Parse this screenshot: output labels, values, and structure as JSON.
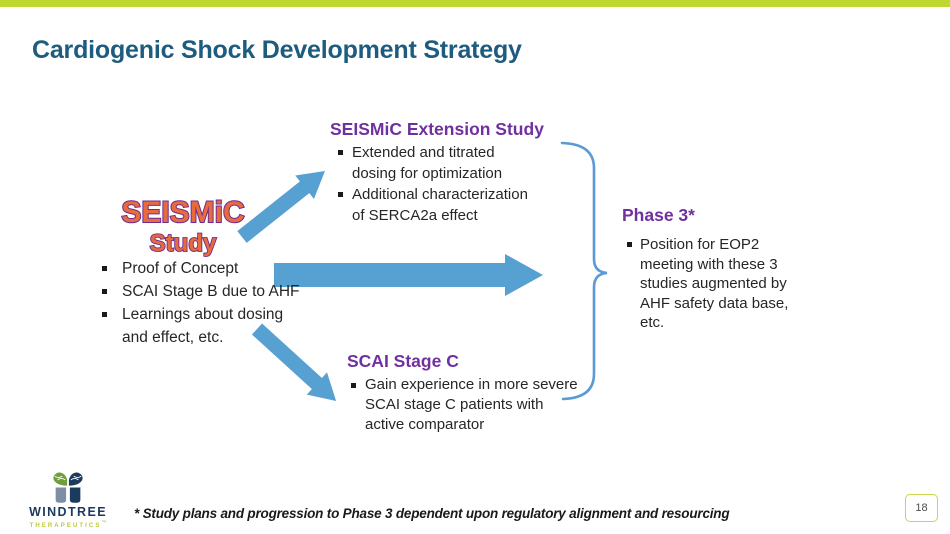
{
  "slide": {
    "title": "Cardiogenic Shock Development Strategy",
    "footnote": "* Study plans and progression to Phase 3 dependent upon regulatory alignment and resourcing",
    "page_number": "18"
  },
  "seismic_study": {
    "wordart_line1": "SEISMiC",
    "wordart_line2": "Study",
    "bullets": [
      [
        "Proof of Concept"
      ],
      [
        "SCAI Stage B due to AHF"
      ],
      [
        "Learnings about dosing",
        "and effect, etc."
      ]
    ]
  },
  "extension_study": {
    "title": "SEISMiC Extension Study",
    "bullets": [
      [
        "Extended and titrated",
        "dosing for optimization"
      ],
      [
        "Additional characterization",
        "of SERCA2a effect"
      ]
    ]
  },
  "stage_c": {
    "title": "SCAI Stage C",
    "bullets": [
      [
        "Gain experience in more severe",
        "SCAI stage C patients with",
        "active comparator"
      ]
    ]
  },
  "phase3": {
    "title": "Phase 3*",
    "bullets": [
      [
        "Position for EOP2",
        "meeting with these 3",
        "studies augmented by",
        "AHF safety data base,",
        "etc."
      ]
    ]
  },
  "logo": {
    "brand": "WINDTREE",
    "sub_brand": "THERAPEUTICS",
    "trademark": "™"
  },
  "colors": {
    "top_bar": "#BFD731",
    "title_text": "#1E5C7F",
    "section_heading_purple": "#7030A0",
    "arrow_blue": "#56A0D2",
    "brace_blue": "#5B9BD5",
    "wordart_fill": "#E96A3D",
    "wordart_outline": "#6A2C91",
    "logo_navy": "#1C3A5E",
    "logo_green": "#BFD731",
    "body_text": "#262626"
  }
}
